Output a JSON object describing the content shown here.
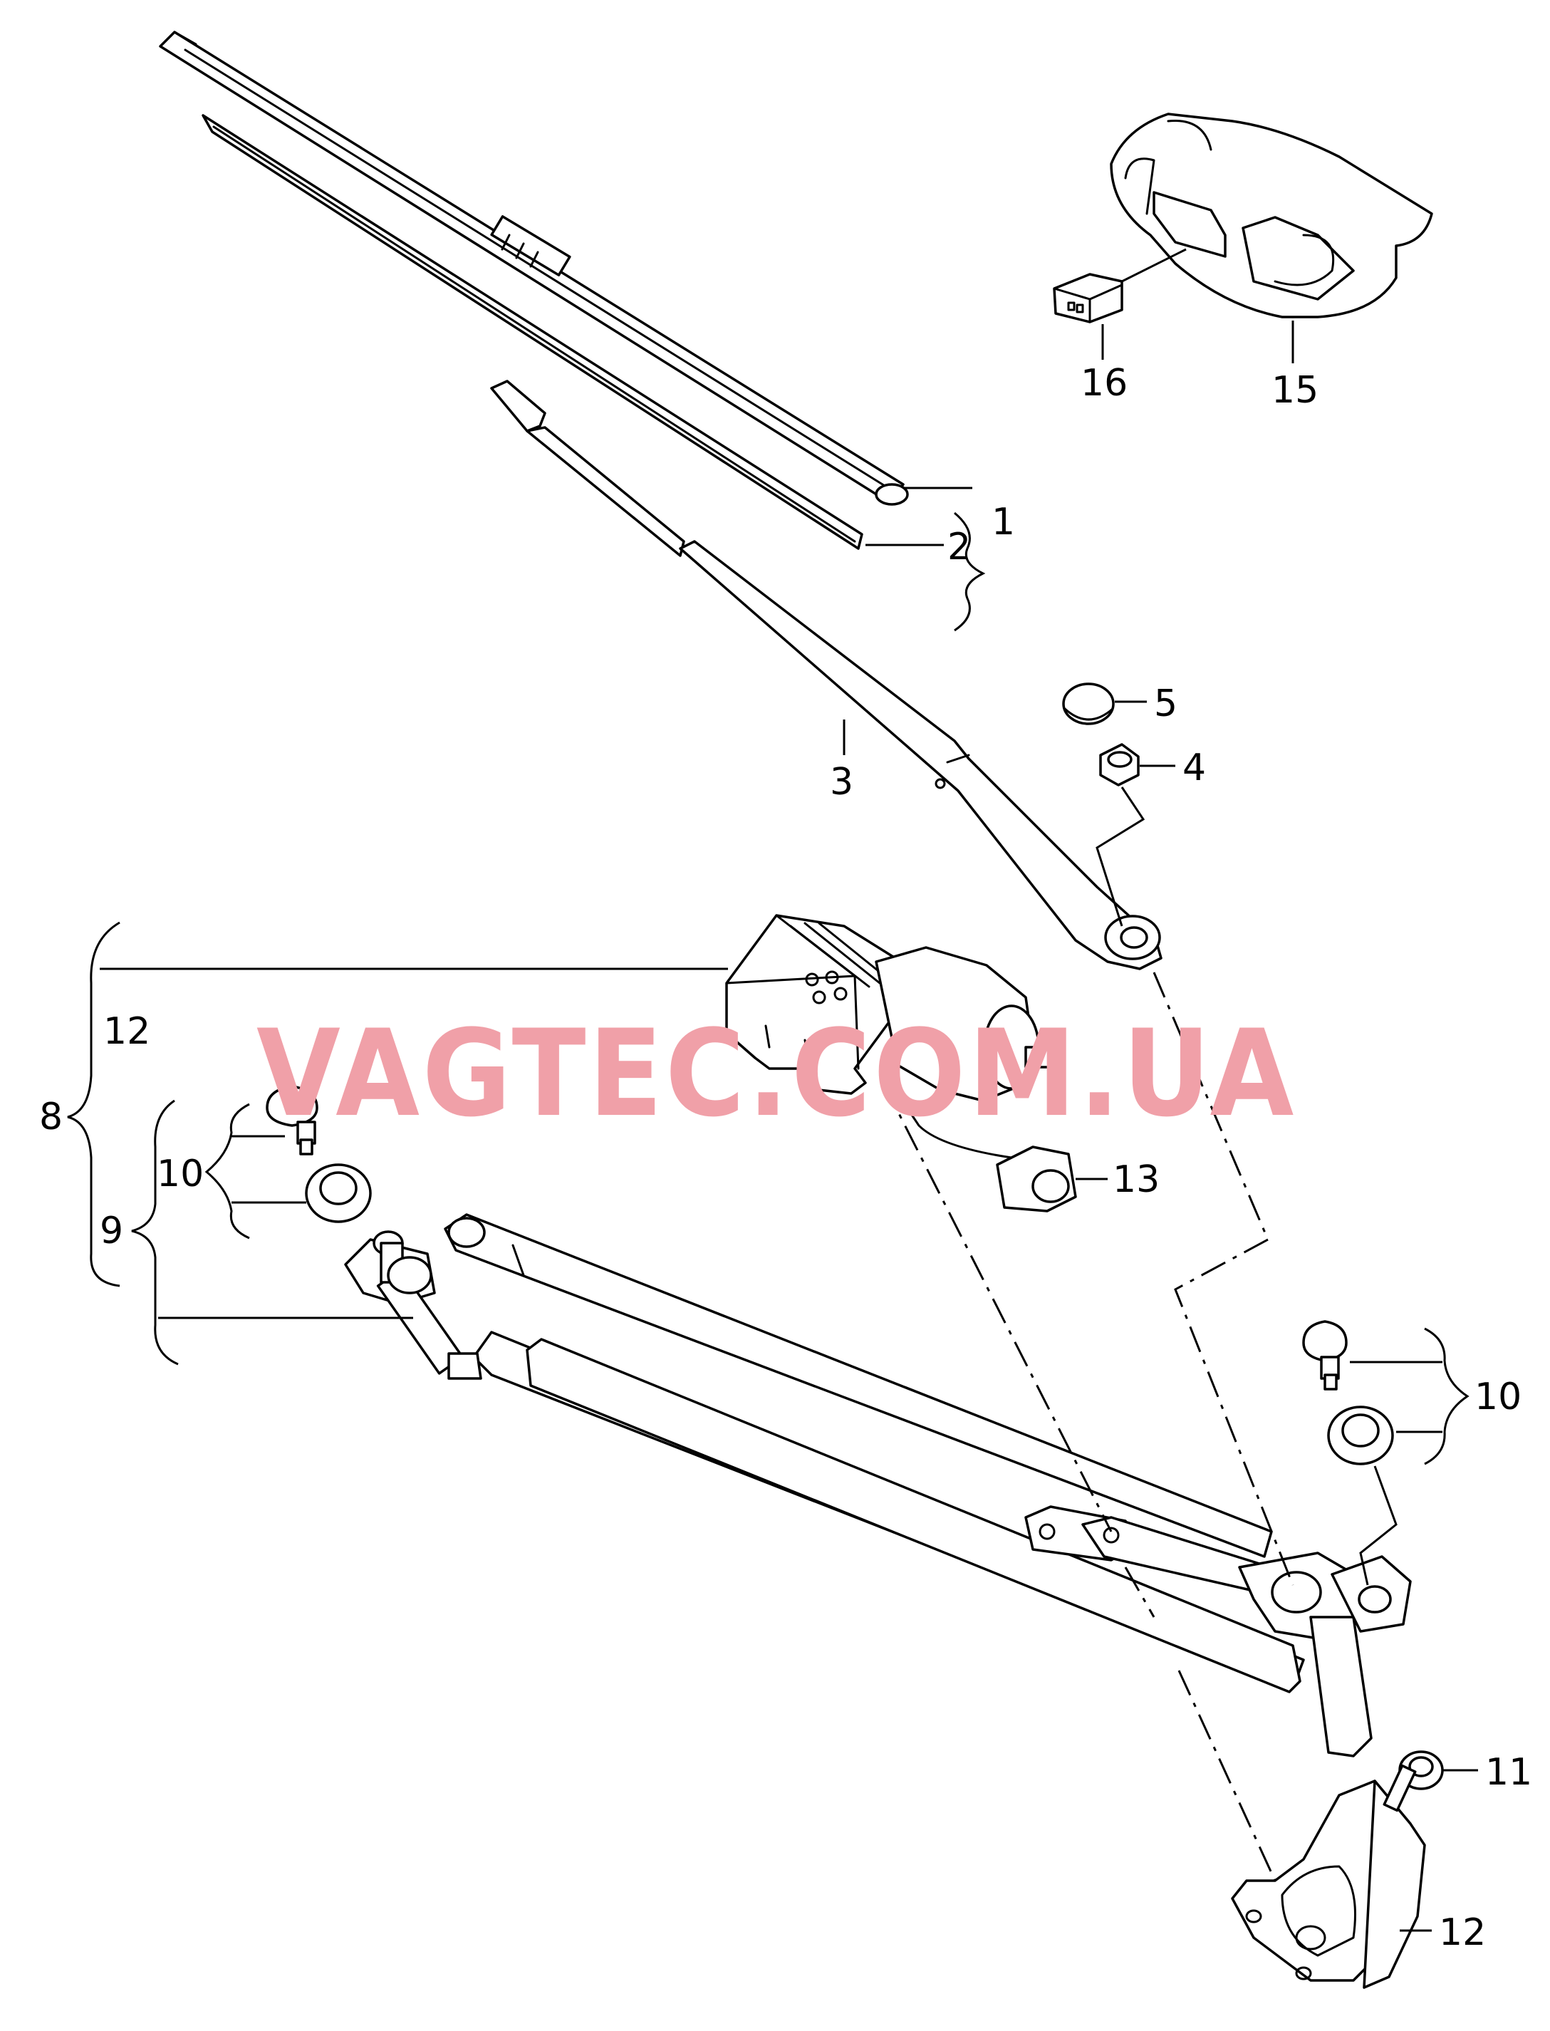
{
  "labels": {
    "p1": "1",
    "p2": "2",
    "p3": "3",
    "p4": "4",
    "p5": "5",
    "p8": "8",
    "p9": "9",
    "p10a": "10",
    "p10b": "10",
    "p11": "11",
    "p12a": "12",
    "p12b": "12",
    "p13": "13",
    "p15": "15",
    "p16": "16"
  },
  "watermark": {
    "text": "VAGTEC.COM.UA",
    "color": "#f0a0a8"
  }
}
